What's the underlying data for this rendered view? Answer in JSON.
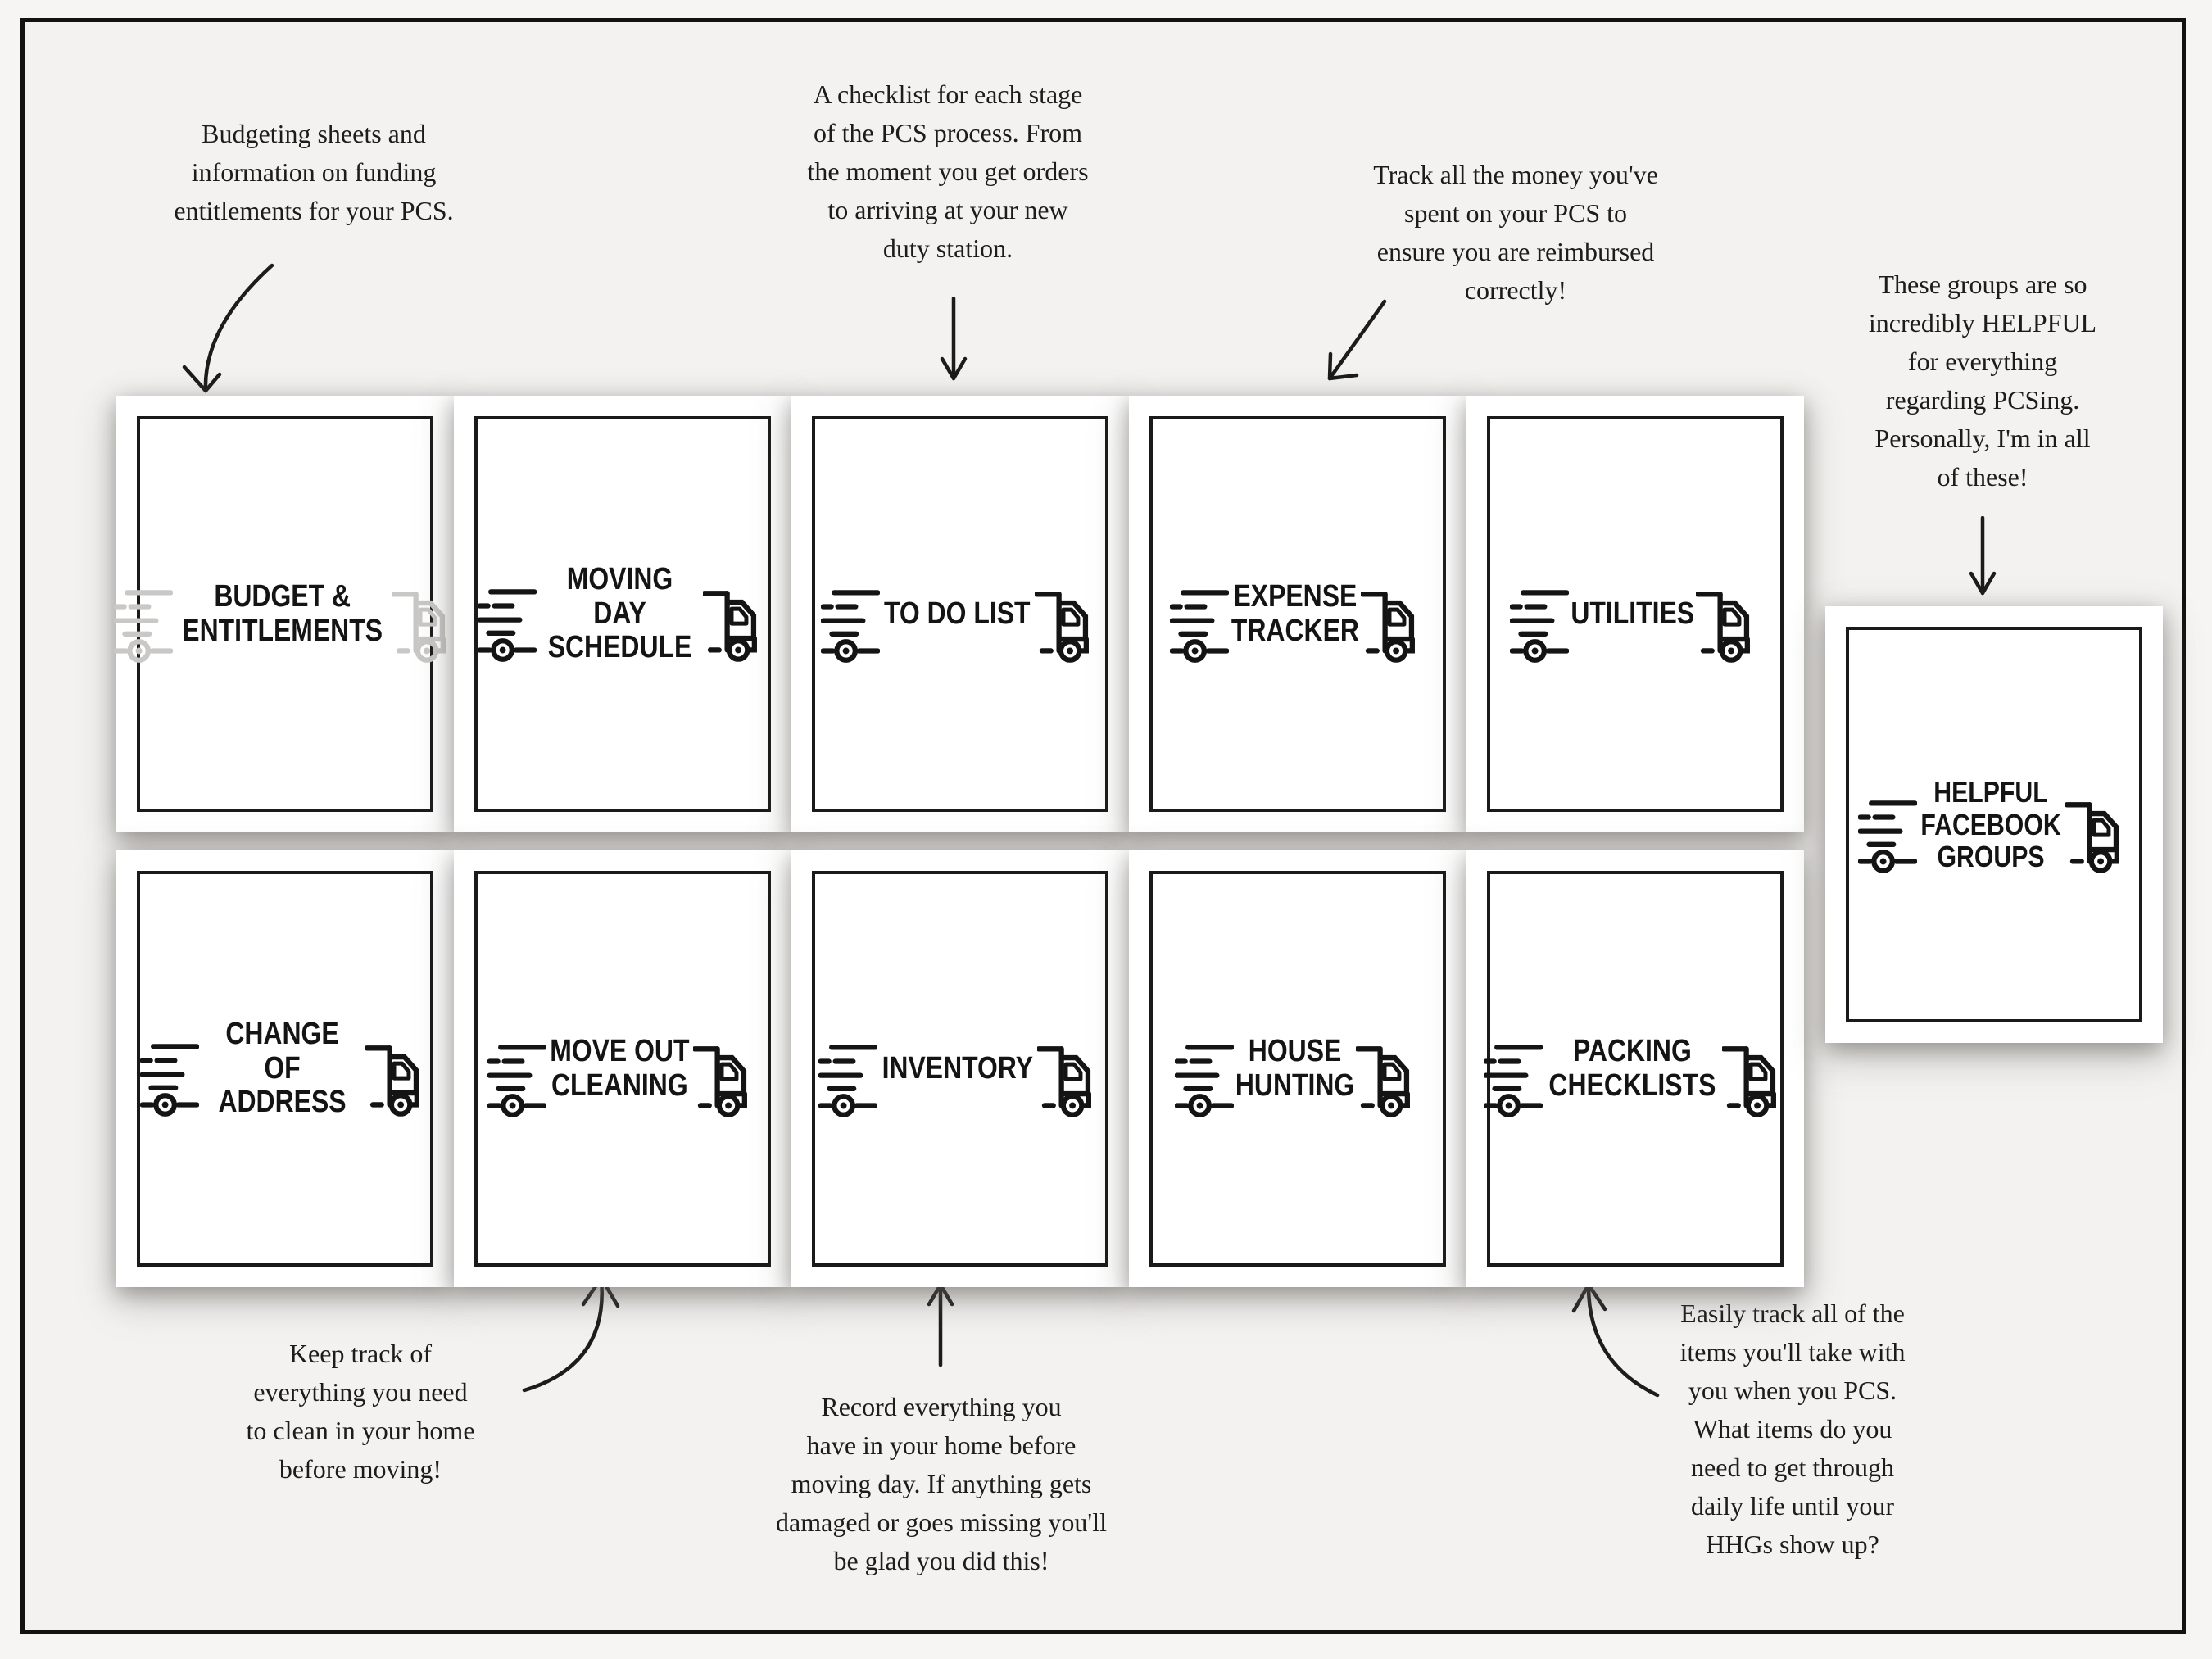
{
  "colors": {
    "background": "#f3f2f0",
    "frame_border": "#121212",
    "card_background": "#ffffff",
    "card_border": "#1a1a1a",
    "title_text": "#141414",
    "note_text": "#1c1c1c",
    "faded_icon": "#c9c8c6"
  },
  "cards": [
    {
      "title": "BUDGET &\nENTITLEMENTS",
      "variant": "gray"
    },
    {
      "title": "MOVING DAY\nSCHEDULE",
      "variant": "black"
    },
    {
      "title": "TO DO LIST",
      "variant": "black"
    },
    {
      "title": "EXPENSE\nTRACKER",
      "variant": "black"
    },
    {
      "title": "UTILITIES",
      "variant": "black"
    },
    {
      "title": "CHANGE OF\nADDRESS",
      "variant": "black"
    },
    {
      "title": "MOVE OUT\nCLEANING",
      "variant": "black"
    },
    {
      "title": "INVENTORY",
      "variant": "black"
    },
    {
      "title": "HOUSE\nHUNTING",
      "variant": "black"
    },
    {
      "title": "PACKING\nCHECKLISTS",
      "variant": "black"
    },
    {
      "title": "HELPFUL\nFACEBOOK\nGROUPS",
      "variant": "black"
    }
  ],
  "annotations": [
    {
      "text": "Budgeting sheets and\ninformation on funding\nentitlements for your PCS."
    },
    {
      "text": "A checklist for each stage\nof the PCS process. From\nthe moment you get orders\nto arriving at your new\nduty station."
    },
    {
      "text": "Track all the money you've\nspent on your PCS to\nensure you are reimbursed\ncorrectly!"
    },
    {
      "text": "These groups are so\nincredibly HELPFUL\nfor everything\nregarding PCSing.\nPersonally, I'm in all\nof these!"
    },
    {
      "text": "Keep track of\neverything you need\nto clean in your home\nbefore moving!"
    },
    {
      "text": "Record everything you\nhave in your home before\nmoving day. If anything gets\ndamaged or goes missing you'll\nbe glad you did this!"
    },
    {
      "text": "Easily track all of the\nitems you'll take with\nyou when you PCS.\nWhat items do you\nneed to get through\ndaily life until your\nHHGs show up?"
    }
  ]
}
